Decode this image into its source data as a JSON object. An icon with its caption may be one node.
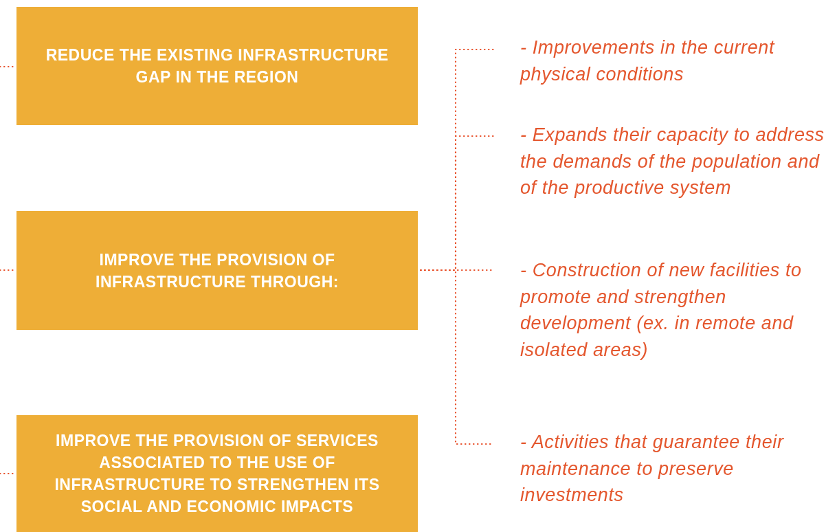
{
  "diagram": {
    "nodes": [
      {
        "text": [
          "REDUCE THE EXISTING INFRASTRUCTURE GAP IN THE REGION"
        ]
      },
      {
        "text": [
          "IMPROVE THE PROVISION OF INFRASTRUCTURE THROUGH:"
        ]
      },
      {
        "text": [
          "IMPROVE THE PROVISION OF SERVICES ASSOCIATED TO THE USE OF INFRASTRUCTURE TO STRENGTHEN ITS SOCIAL AND ECONOMIC IMPACTS"
        ]
      },
      {
        "text": [
          "- Improvements in the current physical conditions"
        ]
      },
      {
        "text": [
          "- Expands their capacity to address the demands of the population and of the productive system"
        ]
      },
      {
        "text": [
          "- Construction of new facilities to promote and strengthen development (ex. in remote and isolated areas)"
        ]
      },
      {
        "text": [
          "- Activities that guarantee their maintenance to preserve investments"
        ]
      }
    ],
    "edges": [
      {
        "from": null,
        "to": 0,
        "arrow": "none"
      },
      {
        "from": null,
        "to": 1,
        "arrow": "none"
      },
      {
        "from": null,
        "to": 2,
        "arrow": "none"
      },
      {
        "from": 1,
        "to": 3,
        "arrow": "none"
      },
      {
        "from": 1,
        "to": 4,
        "arrow": "none"
      },
      {
        "from": 1,
        "to": 5,
        "arrow": "none"
      },
      {
        "from": 1,
        "to": 6,
        "arrow": "none"
      }
    ]
  }
}
